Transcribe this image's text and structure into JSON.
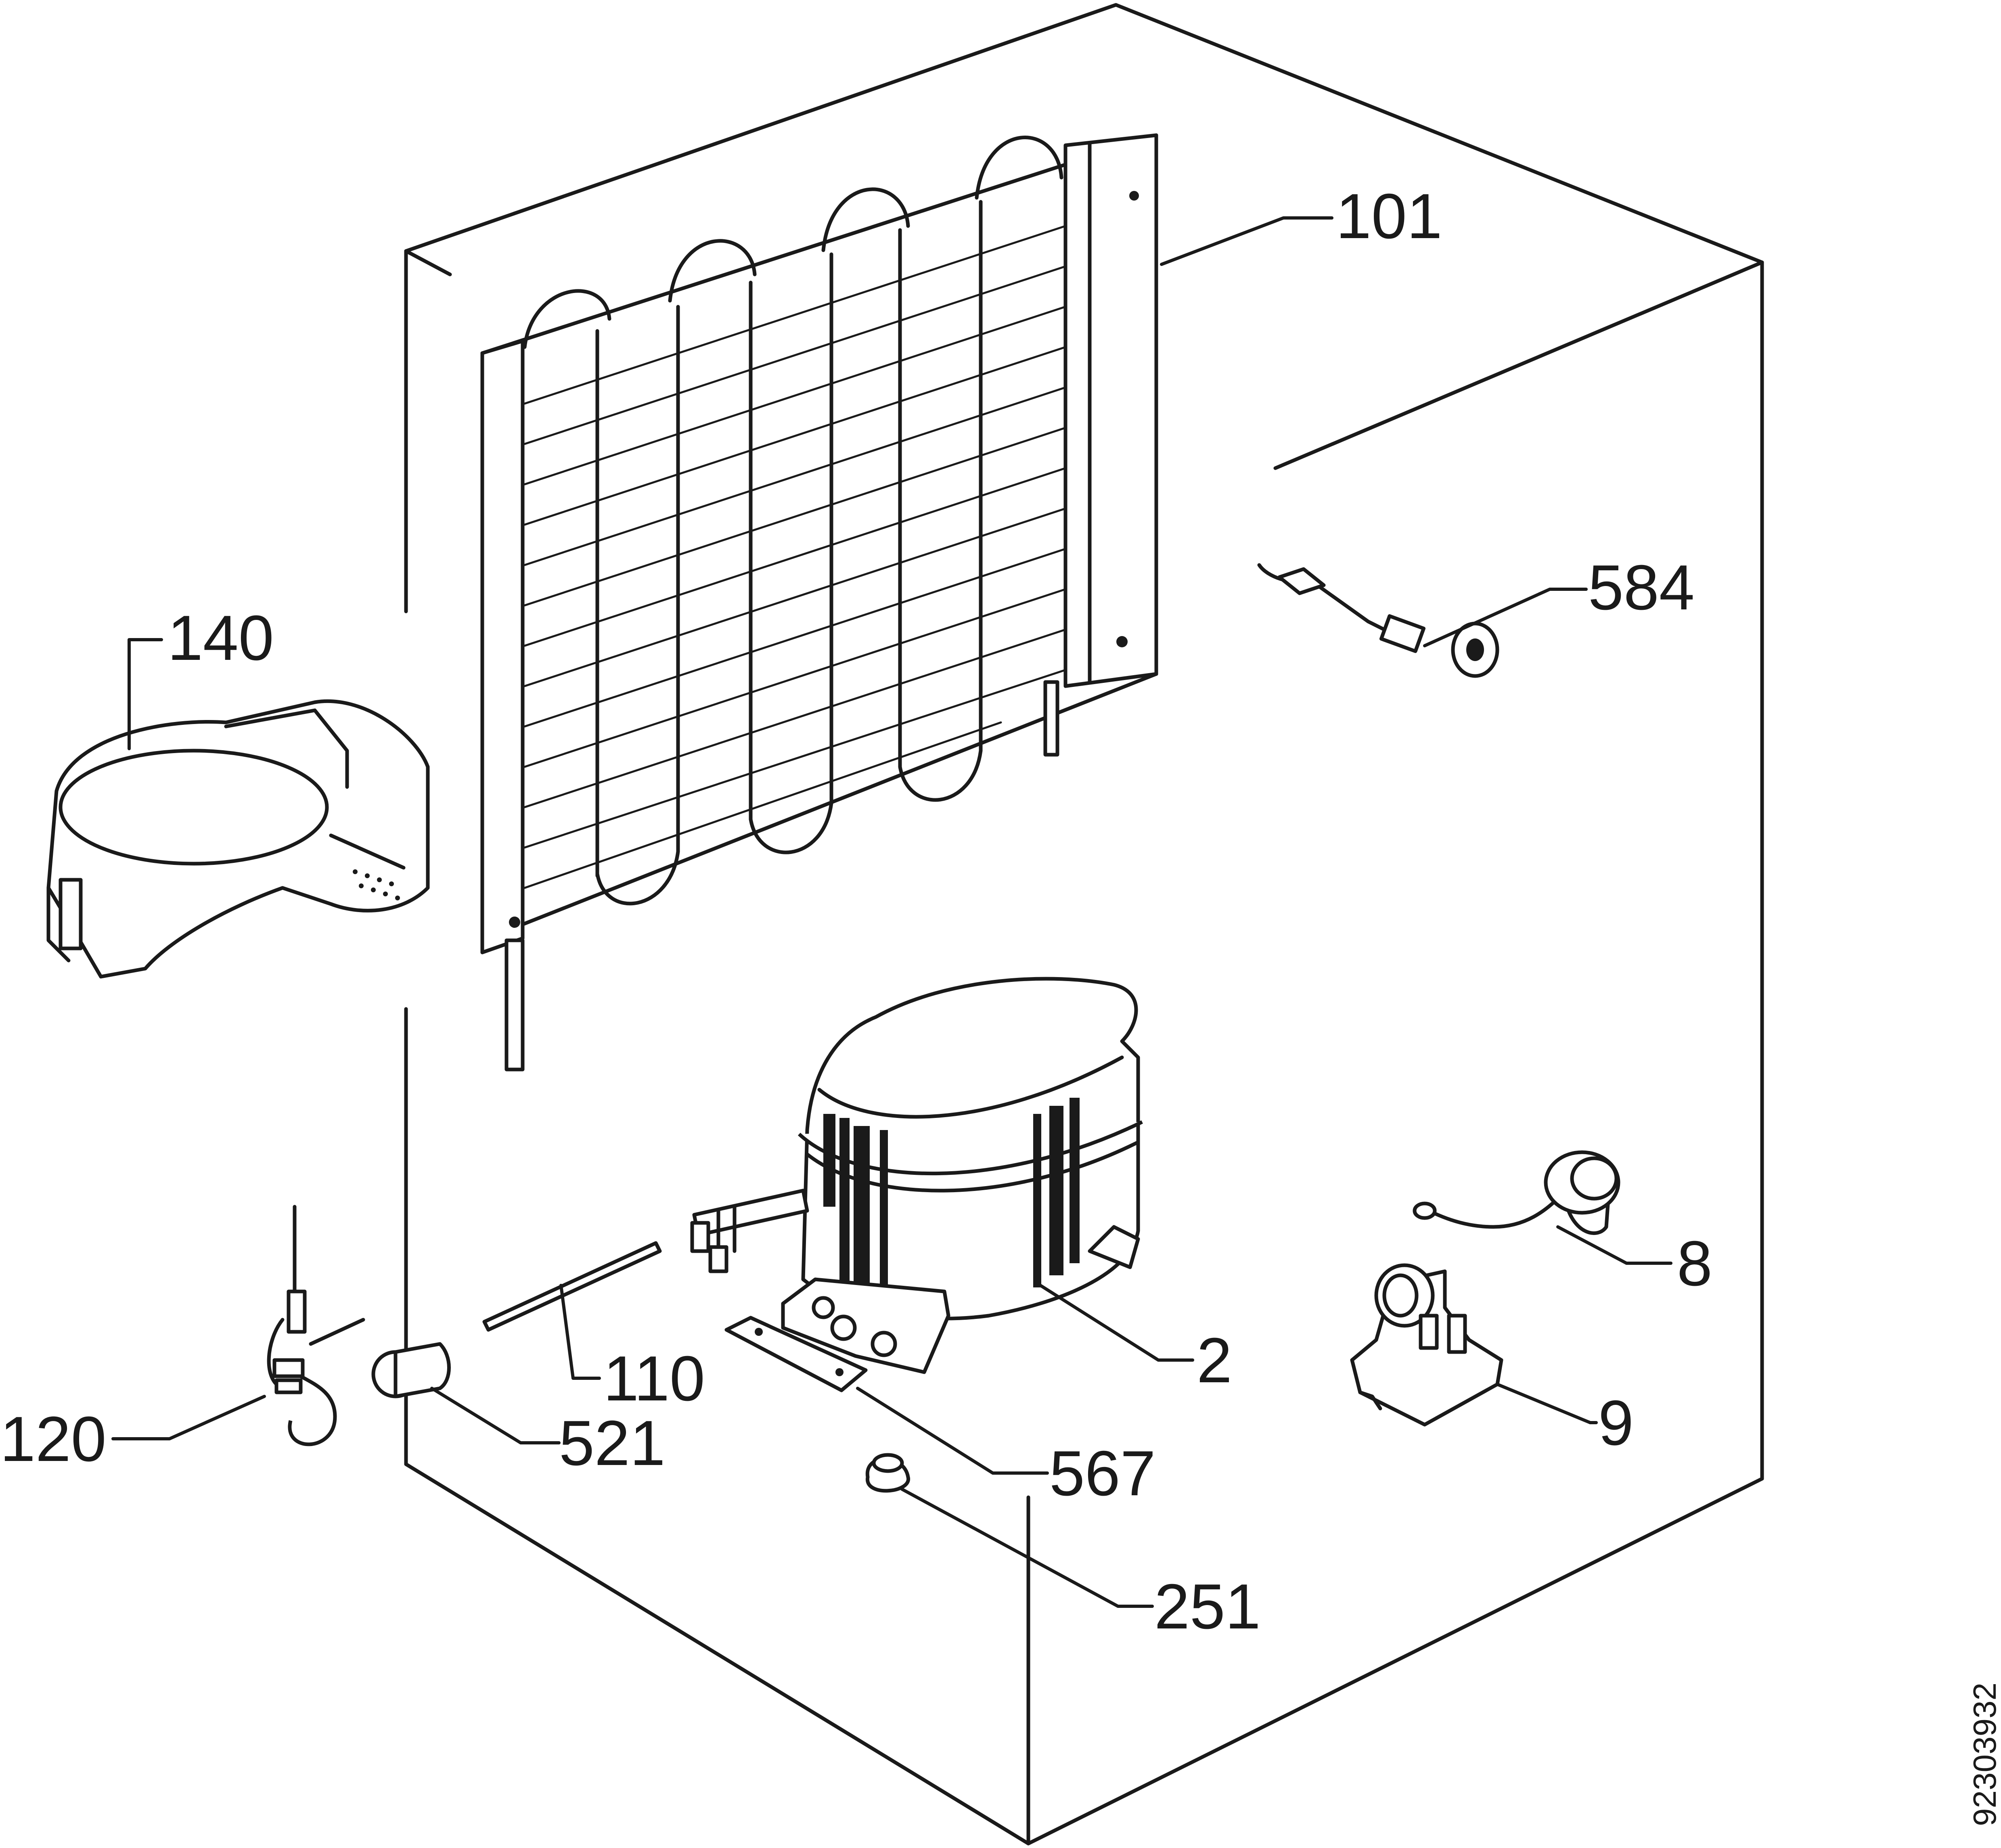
{
  "diagram": {
    "callouts": {
      "c101": "101",
      "c584": "584",
      "c140": "140",
      "c8": "8",
      "c2": "2",
      "c110": "110",
      "c9": "9",
      "c120": "120",
      "c521": "521",
      "c567": "567",
      "c251": "251"
    },
    "document_number": "92303932"
  },
  "colors": {
    "line": "#1a1a1a",
    "background": "#ffffff"
  }
}
